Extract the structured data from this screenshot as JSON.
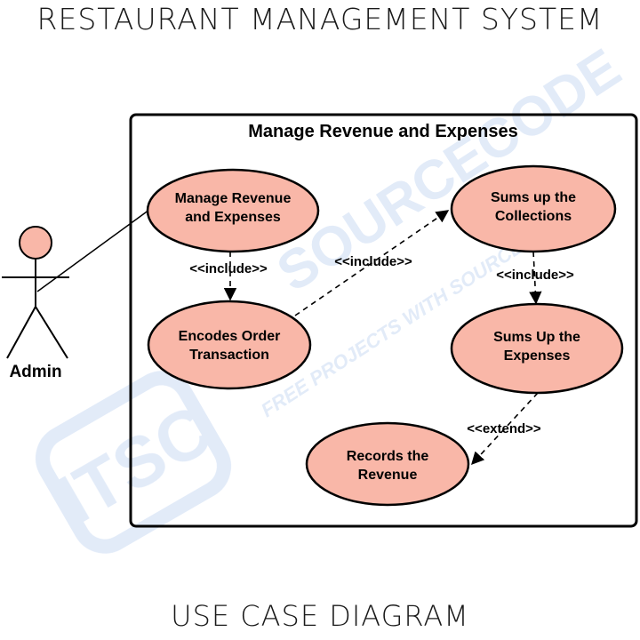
{
  "page": {
    "title": "RESTAURANT MANAGEMENT SYSTEM",
    "footer": "USE CASE DIAGRAM"
  },
  "watermark": {
    "logo_text": "ITSC",
    "brand": "SOURCECODE",
    "tagline": "FREE PROJECTS WITH SOURCE CODE"
  },
  "system": {
    "title": "Manage Revenue and Expenses"
  },
  "actor": {
    "label": "Admin"
  },
  "use_cases": [
    {
      "id": "uc1",
      "lines": [
        "Manage Revenue",
        "and Expenses"
      ]
    },
    {
      "id": "uc2",
      "lines": [
        "Encodes Order",
        "Transaction"
      ]
    },
    {
      "id": "uc3",
      "lines": [
        "Sums up the",
        "Collections"
      ]
    },
    {
      "id": "uc4",
      "lines": [
        "Sums Up the",
        "Expenses"
      ]
    },
    {
      "id": "uc5",
      "lines": [
        "Records the",
        "Revenue"
      ]
    }
  ],
  "relations": [
    {
      "from": "uc1",
      "to": "uc2",
      "label": "<<include>>"
    },
    {
      "from": "uc2",
      "to": "uc3",
      "label": "<<include>>"
    },
    {
      "from": "uc3",
      "to": "uc4",
      "label": "<<include>>"
    },
    {
      "from": "uc4",
      "to": "uc5",
      "label": "<<extend>>"
    }
  ],
  "colors": {
    "use_case_fill": "#f9b7a8",
    "stroke": "#000000",
    "watermark": "#dfe9f8"
  }
}
